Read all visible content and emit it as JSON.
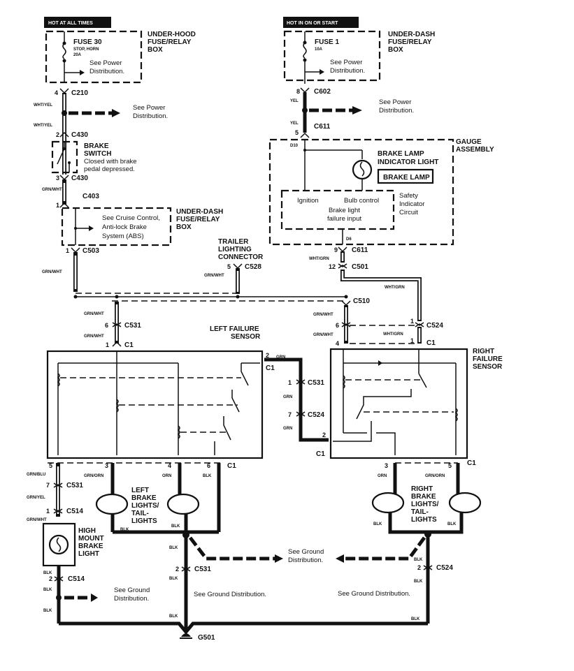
{
  "diagram": {
    "title_hot_left": "HOT AT ALL TIMES",
    "title_hot_right": "HOT IN ON OR START",
    "components": {
      "underhood_box": "UNDER-HOOD\nFUSE/RELAY\nBOX",
      "underhood_box_lines": [
        "UNDER-HOOD",
        "FUSE/RELAY",
        "BOX"
      ],
      "fuse30": {
        "name": "FUSE 30",
        "desc": "STOP, HORN",
        "rating": "20A"
      },
      "underdash_box_top_lines": [
        "UNDER-DASH",
        "FUSE/RELAY",
        "BOX"
      ],
      "fuse1": {
        "name": "FUSE 1",
        "rating": "10A"
      },
      "see_power_dist_lines": [
        "See Power",
        "Distribution."
      ],
      "brake_switch": {
        "name_lines": [
          "BRAKE",
          "SWITCH"
        ],
        "desc_lines": [
          "Closed with brake",
          "pedal depressed."
        ]
      },
      "underdash_box_mid_lines": [
        "UNDER-DASH",
        "FUSE/RELAY",
        "BOX"
      ],
      "cruise_ref_lines": [
        "See Cruise Control,",
        "Anti-lock Brake",
        "System (ABS)"
      ],
      "gauge_assembly_lines": [
        "GAUGE",
        "ASSEMBLY"
      ],
      "brake_lamp_indicator_lines": [
        "BRAKE LAMP",
        "INDICATOR LIGHT"
      ],
      "brake_lamp_label": "BRAKE LAMP",
      "safety_circuit_lines": [
        "Safety",
        "Indicator",
        "Circuit"
      ],
      "safety_inputs": {
        "ignition": "Ignition",
        "bulb_control": "Bulb control",
        "failure_lines": [
          "Brake light",
          "failure input"
        ]
      },
      "trailer_connector_lines": [
        "TRAILER",
        "LIGHTING",
        "CONNECTOR"
      ],
      "left_failure_sensor_lines": [
        "LEFT FAILURE",
        "SENSOR"
      ],
      "right_failure_sensor_lines": [
        "RIGHT",
        "FAILURE",
        "SENSOR"
      ],
      "left_brake_lights_lines": [
        "LEFT",
        "BRAKE",
        "LIGHTS/",
        "TAIL-",
        "LIGHTS"
      ],
      "right_brake_lights_lines": [
        "RIGHT",
        "BRAKE",
        "LIGHTS/",
        "TAIL-",
        "LIGHTS"
      ],
      "high_mount_lines": [
        "HIGH",
        "MOUNT",
        "BRAKE",
        "LIGHT"
      ],
      "see_ground_dist_lines": [
        "See Ground",
        "Distribution."
      ],
      "see_ground_dist_single": "See Ground Distribution.",
      "ground": "G501"
    },
    "connectors": {
      "c210": {
        "id": "C210",
        "pin": "4"
      },
      "c430_top": {
        "id": "C430",
        "pin": "2"
      },
      "c430_bot": {
        "id": "C430",
        "pin": "3"
      },
      "c403": {
        "id": "C403",
        "pin": "1"
      },
      "c503": {
        "id": "C503",
        "pin": "1"
      },
      "c602": {
        "id": "C602",
        "pin": "8"
      },
      "c611_top": {
        "id": "C611",
        "pin": "5"
      },
      "d10": "D10",
      "d6": "D6",
      "c611_bot": {
        "id": "C611",
        "pin": "9"
      },
      "c501": {
        "id": "C501",
        "pin": "12"
      },
      "c528": {
        "id": "C528",
        "pin": "5"
      },
      "c510": {
        "id": "C510"
      },
      "c531_left": {
        "id": "C531",
        "pin": "6"
      },
      "c1_left_top": {
        "id": "C1",
        "pin": "1"
      },
      "c524_right": {
        "id": "C524",
        "pin": "1"
      },
      "c1_right_top_a": {
        "id": "C1",
        "pin": "4"
      },
      "c1_right_top_b": {
        "pin": "1"
      },
      "c1_left_out": {
        "id": "C1",
        "pin": "2"
      },
      "c531_mid": {
        "id": "C531",
        "pin": "1"
      },
      "c524_mid": {
        "id": "C524",
        "pin": "7"
      },
      "c1_right_in": {
        "id": "C1",
        "pin": "2"
      },
      "c1_left_bottom": {
        "id": "C1",
        "pins": [
          "5",
          "3",
          "4",
          "6"
        ]
      },
      "c531_hm": {
        "id": "C531",
        "pin": "7"
      },
      "c514_top": {
        "id": "C514",
        "pin": "1"
      },
      "c514_bot": {
        "id": "C514",
        "pin": "2"
      },
      "c1_right_bottom": {
        "id": "C1",
        "pins": [
          "3",
          "5"
        ]
      },
      "c531_gnd": {
        "id": "C531",
        "pin": "2"
      },
      "c524_gnd": {
        "id": "C524",
        "pin": "2"
      }
    },
    "wire_colors": {
      "wht_yel": "WHT/YEL",
      "yel": "YEL",
      "grn_wht": "GRN/WHT",
      "wht_grn": "WHT/GRN",
      "grn": "GRN",
      "grn_blu": "GRN/BLU",
      "grn_yel": "GRN/YEL",
      "grn_orn": "GRN/ORN",
      "orn": "ORN",
      "blk": "BLK"
    }
  }
}
